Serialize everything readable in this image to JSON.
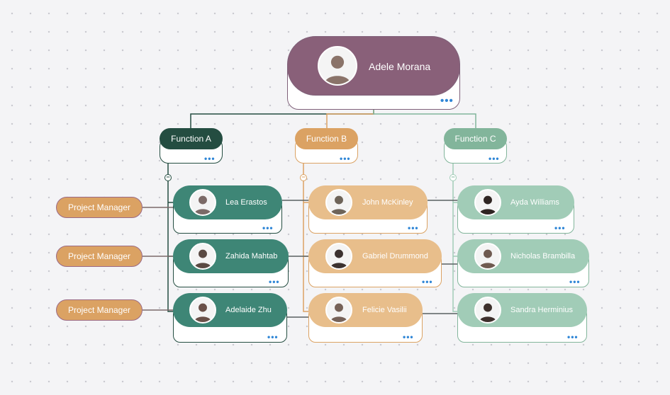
{
  "root": {
    "name": "Adele Morana",
    "more": "•••",
    "avatar_icon": "person-avatar-icon"
  },
  "functions": [
    {
      "label": "Function A",
      "more": "•••",
      "collapse": "−"
    },
    {
      "label": "Function B",
      "more": "•••",
      "collapse": "−"
    },
    {
      "label": "Function C",
      "more": "•••",
      "collapse": "−"
    }
  ],
  "columns": [
    {
      "members": [
        {
          "name": "Lea Erastos",
          "more": "•••"
        },
        {
          "name": "Zahida Mahtab",
          "more": "•••"
        },
        {
          "name": "Adelaide Zhu",
          "more": "•••"
        }
      ]
    },
    {
      "members": [
        {
          "name": "John McKinley",
          "more": "•••"
        },
        {
          "name": "Gabriel Drummond",
          "more": "•••"
        },
        {
          "name": "Felicie Vasilii",
          "more": "•••"
        }
      ]
    },
    {
      "members": [
        {
          "name": "Ayda Williams",
          "more": "•••"
        },
        {
          "name": "Nicholas Brambilla",
          "more": "•••"
        },
        {
          "name": "Sandra Herminius",
          "more": "•••"
        }
      ]
    }
  ],
  "project_managers": [
    {
      "label": "Project Manager"
    },
    {
      "label": "Project Manager"
    },
    {
      "label": "Project Manager"
    }
  ],
  "colors": {
    "root": "#896079",
    "function_a": "#244d41",
    "function_b": "#dba263",
    "function_c": "#82b59b",
    "column_a": "#3e8676",
    "column_b": "#e8be8b",
    "column_c": "#a1ccb7",
    "link": "#2f86d6"
  }
}
